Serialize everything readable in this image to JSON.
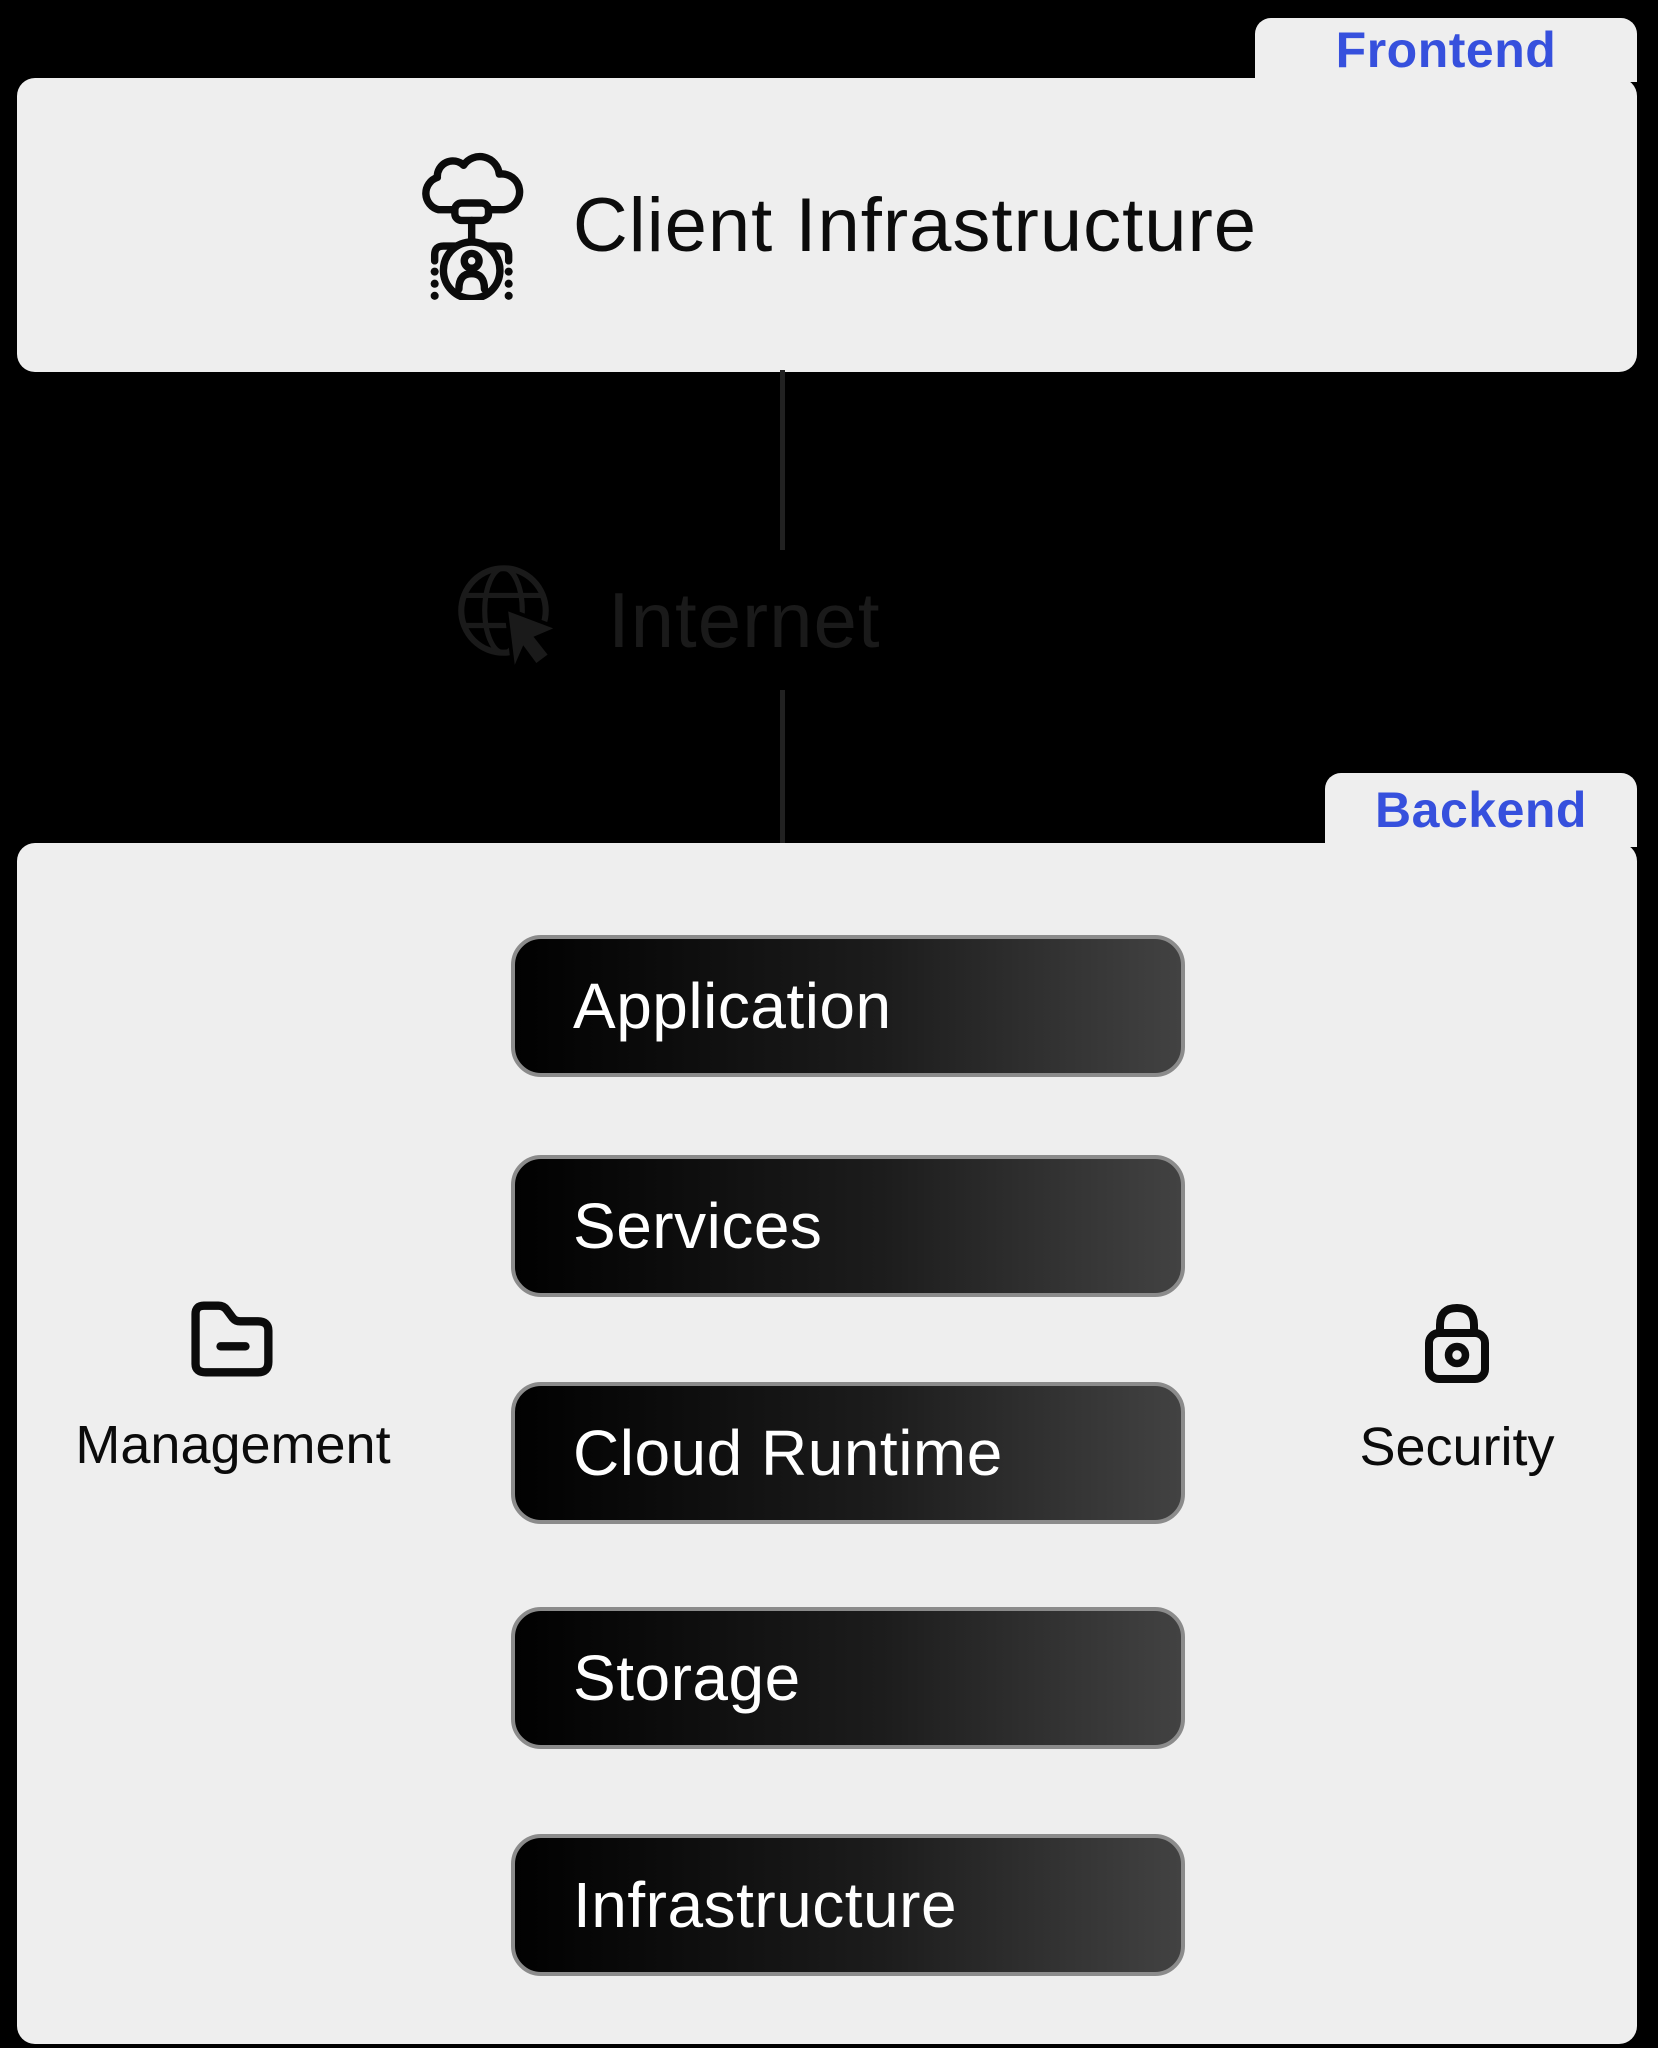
{
  "frontend": {
    "badge_label": "Frontend",
    "title": "Client Infrastructure"
  },
  "connector": {
    "label": "Internet"
  },
  "backend": {
    "badge_label": "Backend",
    "layers": [
      "Application",
      "Services",
      "Cloud Runtime",
      "Storage",
      "Infrastructure"
    ],
    "side_left": {
      "label": "Management"
    },
    "side_right": {
      "label": "Security"
    }
  },
  "colors": {
    "accent_blue": "#3650dd",
    "panel_gray": "#eeeeee",
    "node_gradient_start": "#010101",
    "node_gradient_end": "#424242",
    "node_border": "#8b8b8b",
    "node_text": "#ffffff",
    "connector_line": "#212121",
    "internet_text": "#1a1a1a",
    "background": "#000000"
  }
}
